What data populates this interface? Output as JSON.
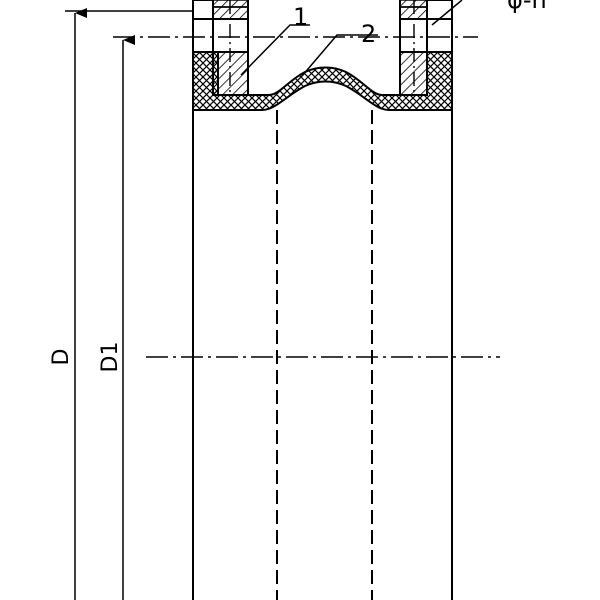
{
  "drawing": {
    "callouts": {
      "part_1": "1",
      "part_2": "2",
      "bolt_holes": "φ-n"
    },
    "dimensions": {
      "outer_diameter": "D",
      "bolt_circle_diameter": "D1"
    },
    "colors": {
      "line": "#000000",
      "background": "#ffffff"
    }
  }
}
